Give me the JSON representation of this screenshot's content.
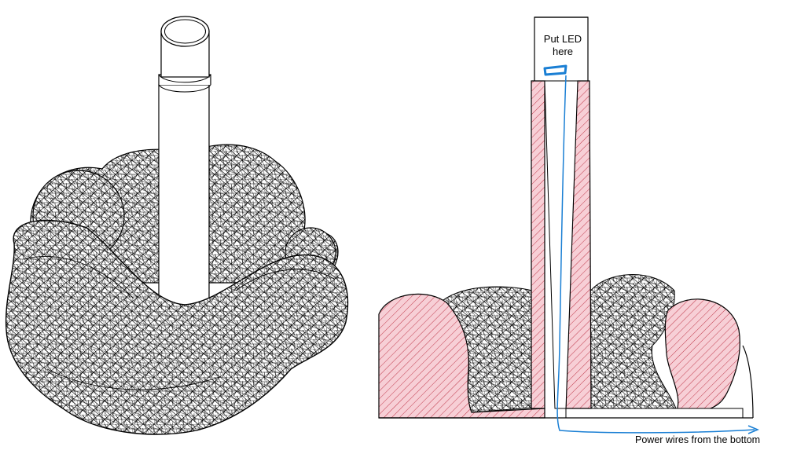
{
  "annotations": {
    "led_label_line1": "Put LED",
    "led_label_line2": "here",
    "wire_label": "Power wires from the bottom"
  },
  "colors": {
    "line": "#000000",
    "section_fill": "#f7cfd6",
    "hatch": "#c0394b",
    "annotation": "#1a7fd4",
    "background": "#ffffff"
  },
  "views": {
    "left": "isometric-mesh-view",
    "right": "cross-section-view"
  }
}
